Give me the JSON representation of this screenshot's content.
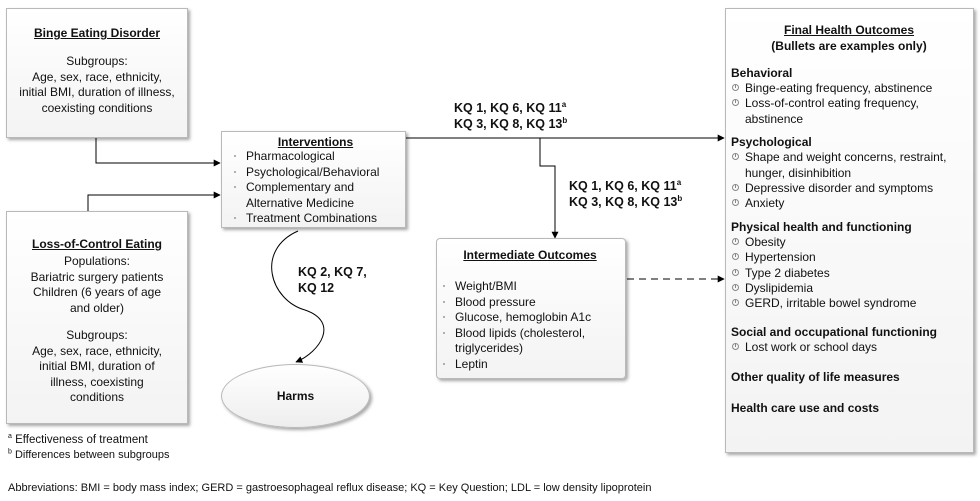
{
  "binge": {
    "title": "Binge Eating Disorder",
    "subgroups_label": "Subgroups:",
    "subgroups_lines": [
      "Age, sex, race, ethnicity,",
      "initial BMI, duration of illness,",
      "coexisting conditions"
    ]
  },
  "loc": {
    "title": "Loss-of-Control Eating",
    "populations_label": "Populations:",
    "populations_lines": [
      "Bariatric surgery patients",
      "Children (6 years of age",
      "and older)"
    ],
    "subgroups_label": "Subgroups:",
    "subgroups_lines": [
      "Age, sex, race, ethnicity,",
      "initial BMI, duration of",
      "illness, coexisting",
      "conditions"
    ]
  },
  "interventions": {
    "title": "Interventions",
    "items": [
      "Pharmacological",
      "Psychological/Behavioral",
      "Complementary and",
      "Alternative Medicine",
      "Treatment Combinations"
    ]
  },
  "kq_top": {
    "line1": "KQ 1, KQ 6, KQ 11",
    "line1_sup": "a",
    "line2": "KQ 3, KQ 8, KQ 13",
    "line2_sup": "b"
  },
  "kq_mid": {
    "line1": "KQ 1, KQ 6, KQ 11",
    "line1_sup": "a",
    "line2": "KQ 3, KQ 8, KQ 13",
    "line2_sup": "b"
  },
  "kq_harms": {
    "line1": "KQ 2, KQ 7,",
    "line2": "KQ 12"
  },
  "harms": {
    "label": "Harms"
  },
  "intermediate": {
    "title": "Intermediate Outcomes",
    "items": [
      "Weight/BMI",
      "Blood pressure",
      "Glucose, hemoglobin A1c",
      "Blood lipids (cholesterol,",
      "triglycerides)",
      "Leptin"
    ]
  },
  "final": {
    "title": "Final Health Outcomes",
    "subtitle": "(Bullets are examples only)",
    "behavioral": {
      "heading": "Behavioral",
      "items": [
        "Binge-eating frequency, abstinence",
        "Loss-of-control eating frequency,",
        "abstinence"
      ]
    },
    "psychological": {
      "heading": "Psychological",
      "items": [
        "Shape and weight concerns, restraint,",
        "hunger, disinhibition",
        "Depressive disorder and symptoms",
        "Anxiety"
      ]
    },
    "physical": {
      "heading": "Physical health and functioning",
      "items": [
        "Obesity",
        "Hypertension",
        "Type 2 diabetes",
        "Dyslipidemia",
        "GERD, irritable bowel syndrome"
      ]
    },
    "social": {
      "heading": "Social and occupational functioning",
      "items": [
        "Lost work or school days"
      ]
    },
    "quality": "Other quality of life measures",
    "healthcare": "Health care use and costs"
  },
  "footnotes": {
    "a_marker": "a",
    "a_text": "Effectiveness of treatment",
    "b_marker": "b",
    "b_text": "Differences between subgroups"
  },
  "abbreviations": "Abbreviations: BMI = body mass index; GERD = gastroesophageal reflux disease; KQ = Key Question; LDL = low density lipoprotein"
}
